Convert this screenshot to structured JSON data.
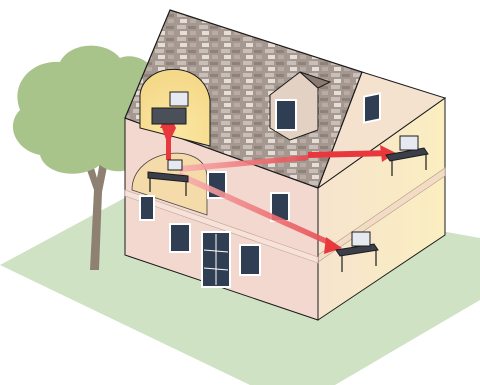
{
  "scene": {
    "colors": {
      "ground": "#cfe3c4",
      "tree_foliage": "#a9c48a",
      "tree_trunk": "#8a7a6a",
      "wall_front": "#f2d8cf",
      "wall_side_glow": "#fae9c2",
      "roof_shingle": "#a89a91",
      "coverage_glow": "#f7e39a",
      "signal_arrow": "#e8383d",
      "signal_beam": "#f3a3a5",
      "window_glass": "#2f3e52",
      "outline": "#1b1b1b"
    },
    "icons": [
      "tree-icon",
      "house-icon",
      "laptop-icon",
      "wifi-router-icon",
      "signal-arrow-icon"
    ],
    "devices": [
      {
        "name": "attic-laptop",
        "floor": "attic"
      },
      {
        "name": "first-floor-router",
        "floor": "first-floor"
      },
      {
        "name": "right-upper-laptop",
        "floor": "first-floor"
      },
      {
        "name": "right-lower-laptop",
        "floor": "ground-floor"
      }
    ]
  }
}
